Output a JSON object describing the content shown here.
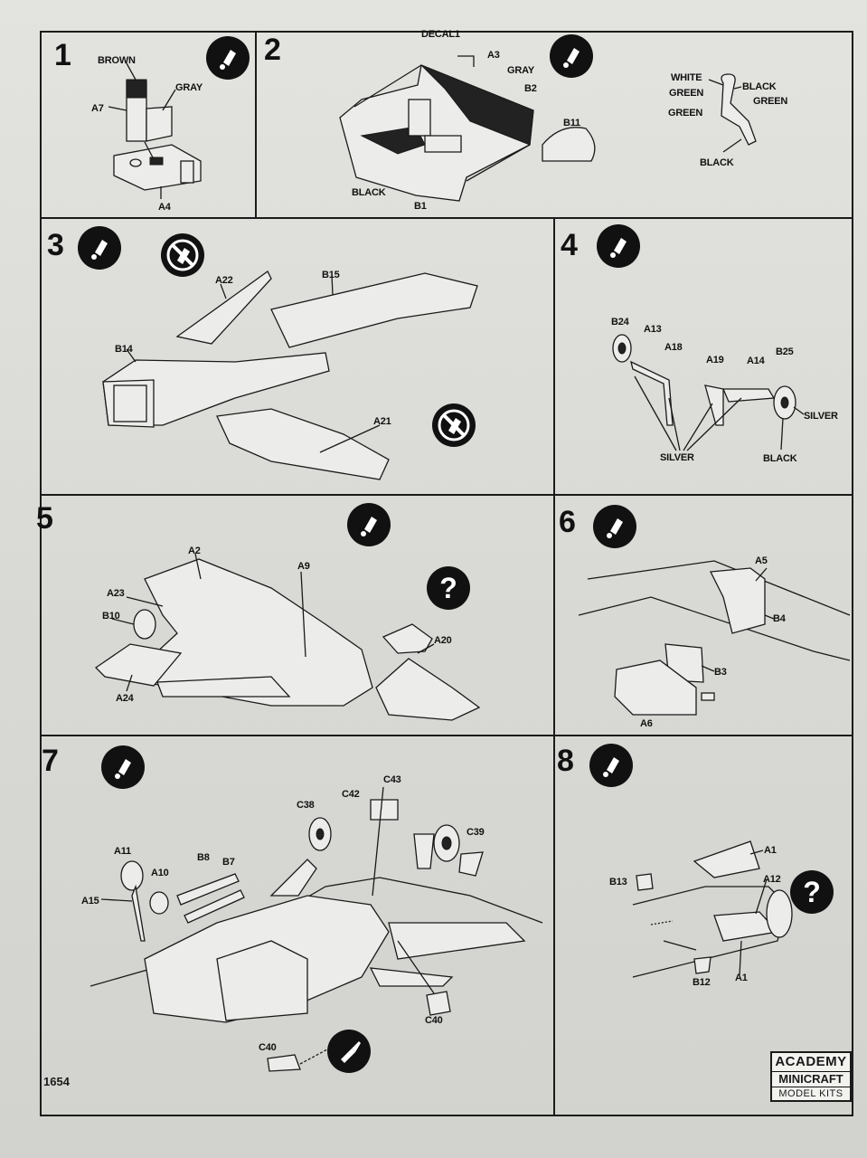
{
  "sheet_code": "1654",
  "brand": {
    "line1": "ACADEMY",
    "line2": "MINICRAFT",
    "line3": "MODEL KITS"
  },
  "steps": {
    "s1": {
      "number": "1",
      "labels": [
        "BROWN",
        "GRAY",
        "A7",
        "A4"
      ],
      "icons": [
        "glue-icon"
      ]
    },
    "s2": {
      "number": "2",
      "labels": [
        "DECAL1",
        "A3",
        "GRAY",
        "B2",
        "B11",
        "BLACK",
        "B1",
        "WHITE",
        "GREEN",
        "GREEN",
        "BLACK",
        "GREEN",
        "BLACK"
      ],
      "icons": [
        "glue-icon"
      ]
    },
    "s3": {
      "number": "3",
      "labels": [
        "A22",
        "B15",
        "B14",
        "A21"
      ],
      "icons": [
        "glue-icon",
        "no-glue-icon",
        "no-glue-icon"
      ]
    },
    "s4": {
      "number": "4",
      "labels": [
        "B24",
        "A13",
        "A18",
        "A19",
        "A14",
        "B25",
        "SILVER",
        "SILVER",
        "BLACK"
      ],
      "icons": [
        "glue-icon"
      ]
    },
    "s5": {
      "number": "5",
      "labels": [
        "A2",
        "A9",
        "A23",
        "B10",
        "A20",
        "A24"
      ],
      "icons": [
        "glue-icon",
        "question-icon"
      ],
      "question_mark": "?"
    },
    "s6": {
      "number": "6",
      "labels": [
        "A5",
        "B4",
        "B3",
        "A6"
      ],
      "icons": [
        "glue-icon"
      ]
    },
    "s7": {
      "number": "7",
      "labels": [
        "C43",
        "C38",
        "C42",
        "C39",
        "A11",
        "B8",
        "B7",
        "A10",
        "A15",
        "C40",
        "C40"
      ],
      "icons": [
        "glue-icon",
        "knife-icon"
      ]
    },
    "s8": {
      "number": "8",
      "labels": [
        "A1",
        "B13",
        "A12",
        "B12",
        "A1"
      ],
      "icons": [
        "glue-icon",
        "question-icon"
      ],
      "question_mark": "?"
    }
  }
}
